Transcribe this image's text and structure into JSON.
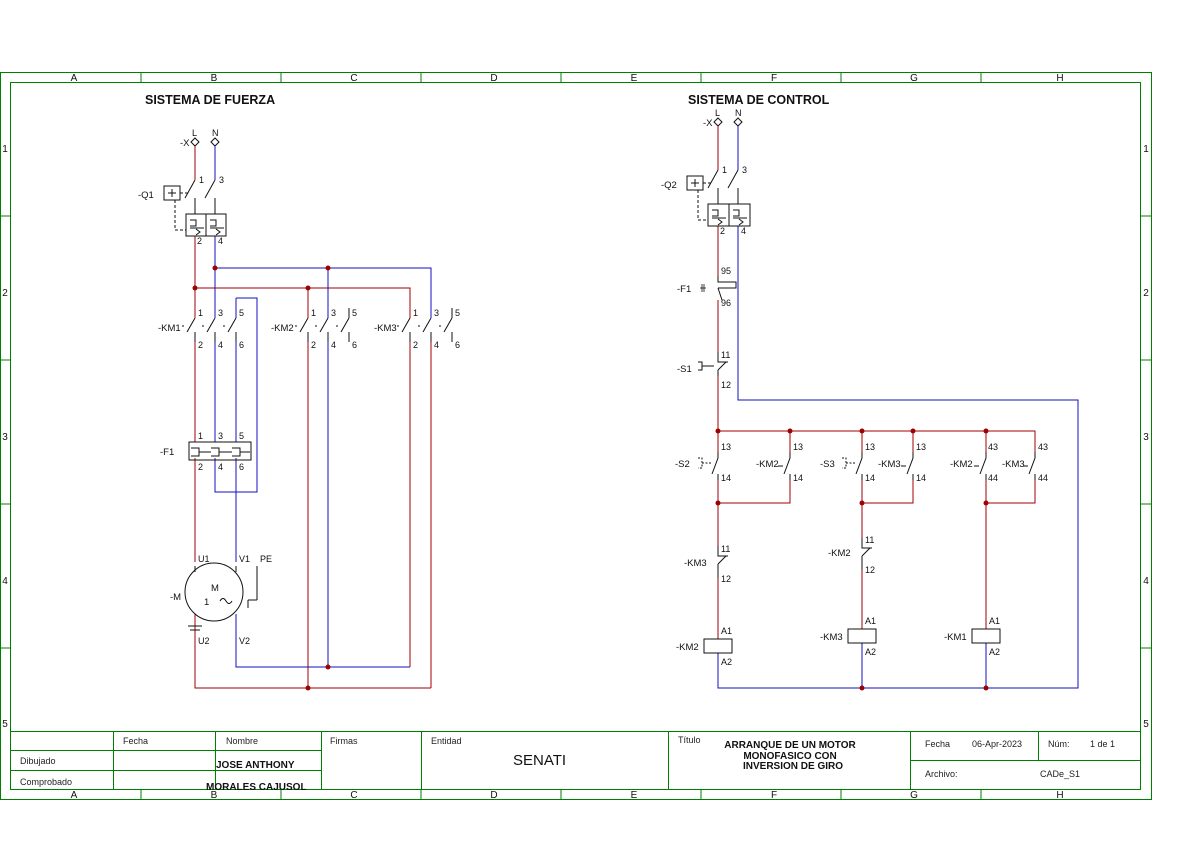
{
  "colors": {
    "frame": "#008000",
    "phase": "#a00000",
    "neutral": "#1010c0",
    "node": "#a00000",
    "ink": "#111111"
  },
  "zones": {
    "columns": [
      "A",
      "B",
      "C",
      "D",
      "E",
      "F",
      "G",
      "H"
    ],
    "rows": [
      "1",
      "2",
      "3",
      "4",
      "5"
    ]
  },
  "sections": {
    "power_title": "SISTEMA DE FUERZA",
    "control_title": "SISTEMA DE CONTROL"
  },
  "power": {
    "supply": {
      "tag": "-X",
      "l": "L",
      "n": "N"
    },
    "breaker": {
      "tag": "-Q1",
      "t1": "1",
      "t3": "3",
      "t2": "2",
      "t4": "4"
    },
    "km1": {
      "tag": "-KM1"
    },
    "km2": {
      "tag": "-KM2"
    },
    "km3": {
      "tag": "-KM3"
    },
    "contact_top": [
      "1",
      "3",
      "5"
    ],
    "contact_bottom": [
      "2",
      "4",
      "6"
    ],
    "relay": {
      "tag": "-F1",
      "top": [
        "1",
        "3",
        "5"
      ],
      "bottom": [
        "2",
        "4",
        "6"
      ]
    },
    "motor": {
      "tag": "-M",
      "name": "M",
      "phase": "1",
      "wave": "~",
      "u1": "U1",
      "v1": "V1",
      "u2": "U2",
      "v2": "V2",
      "pe": "PE"
    }
  },
  "control": {
    "supply": {
      "tag": "-X",
      "l": "L",
      "n": "N"
    },
    "breaker": {
      "tag": "-Q2",
      "t1": "1",
      "t3": "3",
      "t2": "2",
      "t4": "4"
    },
    "f1": {
      "tag": "-F1",
      "top": "95",
      "bottom": "96"
    },
    "s1": {
      "tag": "-S1",
      "top": "11",
      "bottom": "12"
    },
    "s2": {
      "tag": "-S2",
      "top": "13",
      "bottom": "14"
    },
    "km2_seal": {
      "tag": "-KM2",
      "top": "13",
      "bottom": "14"
    },
    "s3": {
      "tag": "-S3",
      "top": "13",
      "bottom": "14"
    },
    "km3_seal": {
      "tag": "-KM3",
      "top": "13",
      "bottom": "14"
    },
    "km2_43": {
      "tag": "-KM2",
      "top": "43",
      "bottom": "44"
    },
    "km3_43": {
      "tag": "-KM3",
      "top": "43",
      "bottom": "44"
    },
    "km3_nc": {
      "tag": "-KM3",
      "top": "11",
      "bottom": "12"
    },
    "km2_nc": {
      "tag": "-KM2",
      "top": "11",
      "bottom": "12"
    },
    "coil_km2": {
      "tag": "-KM2",
      "a1": "A1",
      "a2": "A2"
    },
    "coil_km3": {
      "tag": "-KM3",
      "a1": "A1",
      "a2": "A2"
    },
    "coil_km1": {
      "tag": "-KM1",
      "a1": "A1",
      "a2": "A2"
    }
  },
  "title_block": {
    "fecha_col": "Fecha",
    "nombre_col": "Nombre",
    "firmas_label": "Firmas",
    "entidad_label": "Entidad",
    "dibujado": "Dibujado",
    "comprobado": "Comprobado",
    "name_line1": "JOSE ANTHONY",
    "name_line2": "MORALES CAJUSOL",
    "entity": "SENATI",
    "titulo_label": "Título",
    "title_line1": "ARRANQUE DE UN MOTOR",
    "title_line2": "MONOFASICO CON",
    "title_line3": "INVERSION DE GIRO",
    "fecha_label": "Fecha",
    "date": "06-Apr-2023",
    "num_label": "Núm:",
    "page": "1 de 1",
    "archivo_label": "Archivo:",
    "file": "CADe_S1"
  }
}
